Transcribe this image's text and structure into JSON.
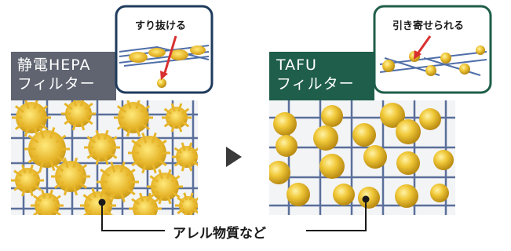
{
  "left_panel": {
    "label_line1": "静電HEPA",
    "label_line2": "フィルター",
    "header_color": "#5f6470",
    "callout_text": "すり抜ける"
  },
  "right_panel": {
    "label_line1": "TAFU",
    "label_line2": "フィルター",
    "header_color": "#1f5e4a",
    "callout_text": "引き寄せられる"
  },
  "arrow_icon": "right-triangle-arrow",
  "bottom_label": "アレル物質など",
  "colors": {
    "particle": "#e8b82a",
    "mesh_line": "#5a6f9a",
    "mesh_bg": "#f3f4f6",
    "pointer_red": "#d8302f"
  }
}
